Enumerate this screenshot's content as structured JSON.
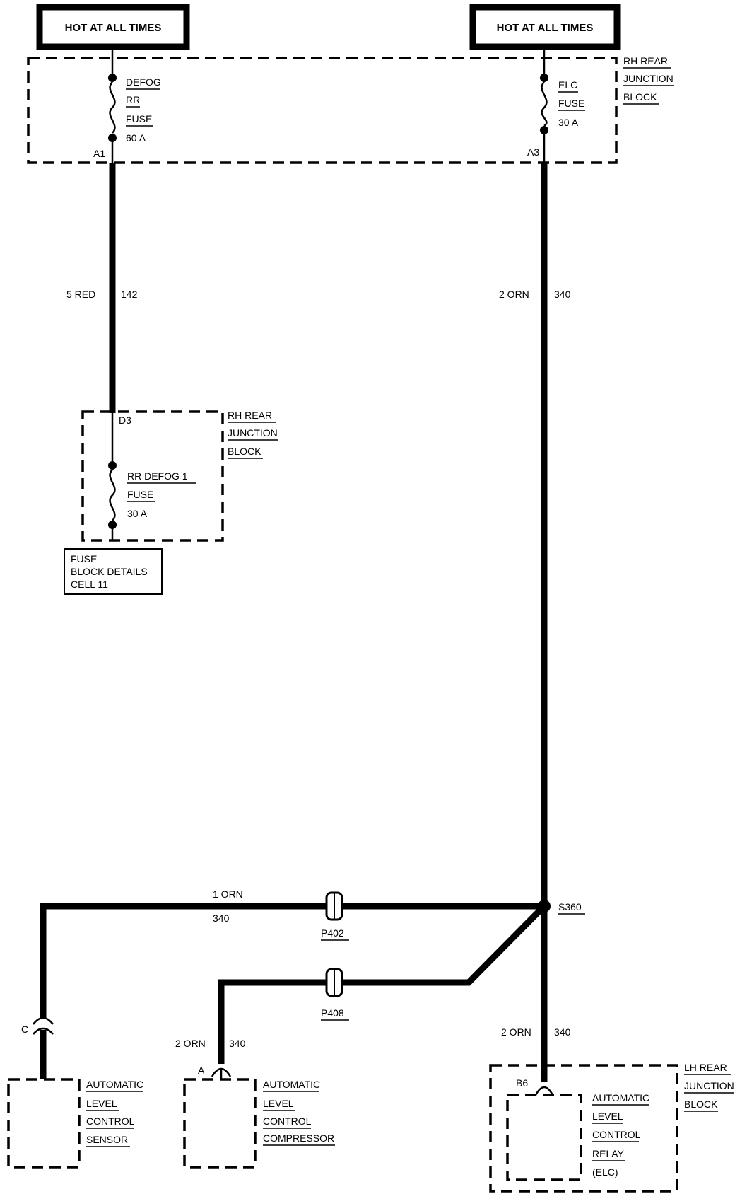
{
  "power": {
    "left_label": "HOT AT ALL TIMES",
    "right_label": "HOT AT ALL TIMES"
  },
  "top_block": {
    "name_lines": [
      "RH REAR",
      "JUNCTION",
      "BLOCK"
    ],
    "left_fuse": [
      "DEFOG",
      "RR",
      "FUSE",
      "60 A"
    ],
    "left_pin": "A1",
    "right_fuse": [
      "ELC",
      "FUSE",
      "30 A"
    ],
    "right_pin": "A3"
  },
  "wires": {
    "left_main": {
      "gauge_color": "5 RED",
      "circuit": "142"
    },
    "right_main": {
      "gauge_color": "2 ORN",
      "circuit": "340"
    },
    "sensor_branch": {
      "gauge_color": "1 ORN",
      "circuit": "340"
    },
    "compressor_branch": {
      "gauge_color": "2 ORN",
      "circuit": "340"
    },
    "relay_feed": {
      "gauge_color": "2 ORN",
      "circuit": "340"
    }
  },
  "mid_block": {
    "name_lines": [
      "RH REAR",
      "JUNCTION",
      "BLOCK"
    ],
    "pin": "D3",
    "fuse": [
      "RR DEFOG 1",
      "FUSE",
      "30 A"
    ],
    "note_lines": [
      "FUSE",
      "BLOCK DETAILS",
      "CELL 11"
    ]
  },
  "splice": {
    "id": "S360"
  },
  "connectors": {
    "sensor_side": "P402",
    "compressor_side": "P408"
  },
  "components": {
    "sensor": {
      "pin": "C",
      "name_lines": [
        "AUTOMATIC",
        "LEVEL",
        "CONTROL",
        "SENSOR"
      ]
    },
    "compressor": {
      "pin": "A",
      "name_lines": [
        "AUTOMATIC",
        "LEVEL",
        "CONTROL",
        "COMPRESSOR"
      ]
    },
    "relay": {
      "pin": "B6",
      "name_lines": [
        "AUTOMATIC",
        "LEVEL",
        "CONTROL",
        "RELAY",
        "(ELC)"
      ]
    }
  },
  "bottom_block": {
    "name_lines": [
      "LH REAR",
      "JUNCTION",
      "BLOCK"
    ]
  }
}
